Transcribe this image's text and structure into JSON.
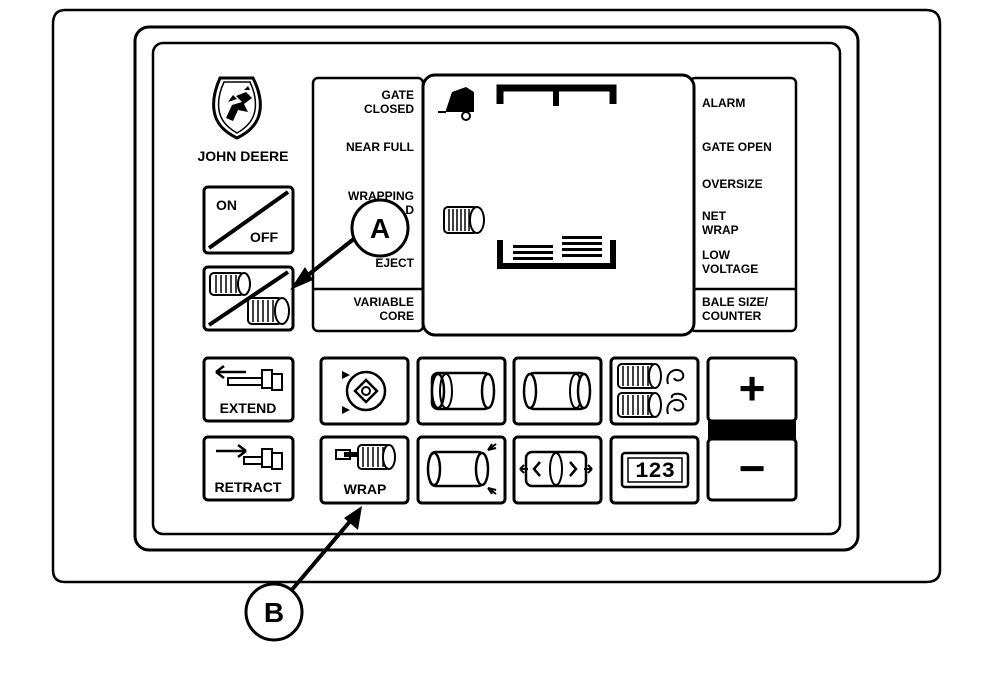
{
  "brand": {
    "name_line1": "JOHN DEERE",
    "logo_icon": "john-deere-leaping-deer-logo"
  },
  "left_labels": {
    "gate_closed_1": "GATE",
    "gate_closed_2": "CLOSED",
    "near_full": "NEAR FULL",
    "wrapping_1": "WRAPPING",
    "wrapping_2": "D",
    "eject": "EJECT",
    "variable_core_1": "VARIABLE",
    "variable_core_2": "CORE"
  },
  "right_labels": {
    "alarm": "ALARM",
    "gate_open": "GATE OPEN",
    "oversize": "OVERSIZE",
    "net_wrap_1": "NET",
    "net_wrap_2": "WRAP",
    "low_voltage_1": "LOW",
    "low_voltage_2": "VOLTAGE",
    "bale_size_1": "BALE SIZE/",
    "bale_size_2": "COUNTER"
  },
  "buttons": {
    "on": "ON",
    "off": "OFF",
    "extend": "EXTEND",
    "retract": "RETRACT",
    "wrap": "WRAP",
    "plus": "+",
    "minus": "−",
    "counter_digits": "123"
  },
  "callouts": {
    "a": "A",
    "b": "B"
  }
}
